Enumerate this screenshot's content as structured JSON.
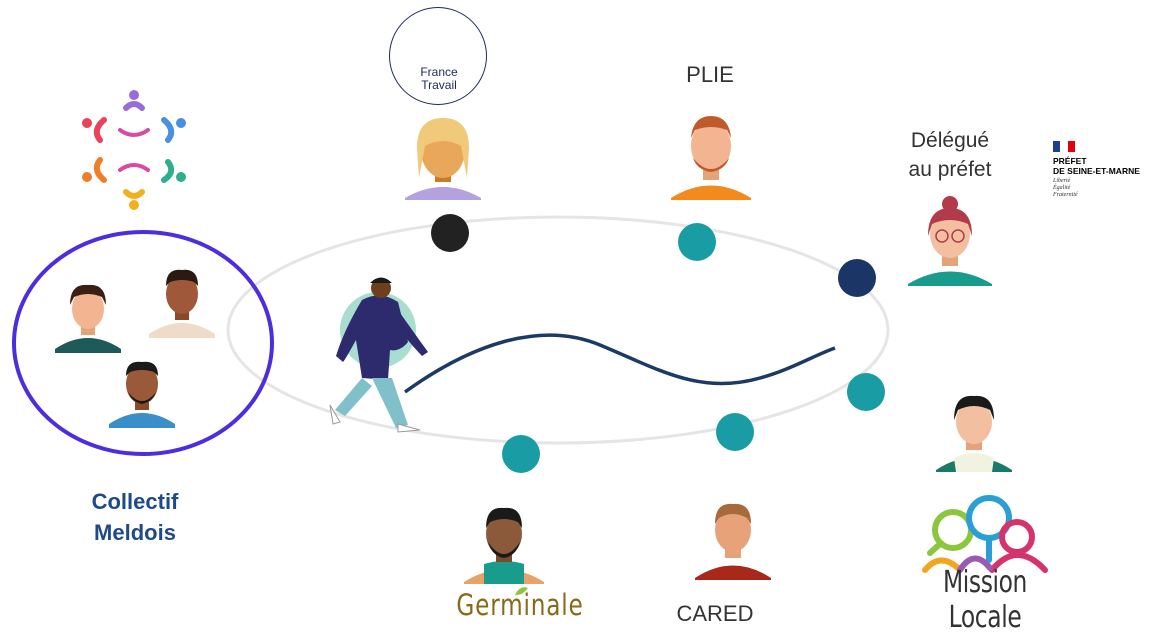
{
  "labels": {
    "plie": "PLIE",
    "delegue_line1": "Délégué",
    "delegue_line2": "au préfet",
    "collectif_line1": "Collectif",
    "collectif_line2": "Meldois",
    "cared": "CARED",
    "germinale": "Germinale",
    "mission_locale": "Mission Locale"
  },
  "france_travail": {
    "line1": "France",
    "line2": "Travail"
  },
  "prefet": {
    "name_line1": "PRÉFET",
    "name_line2": "DE SEINE-ET-MARNE",
    "motto": [
      "Liberté",
      "Égalité",
      "Fraternité"
    ]
  },
  "colors": {
    "orbit": "#e5e5e5",
    "path": "#1b3a66",
    "teal": "#1a9ca5",
    "navy": "#1b3566",
    "black": "#222222",
    "circle_highlight": "#4a2ee0",
    "label_blue": "#1f4a8a",
    "flag_blue": "#1d3f91",
    "flag_red": "#e1000f"
  },
  "icons": [
    "network-logo-icon",
    "france-travail-logo",
    "prefet-logo",
    "person-icon",
    "walking-person-icon"
  ]
}
